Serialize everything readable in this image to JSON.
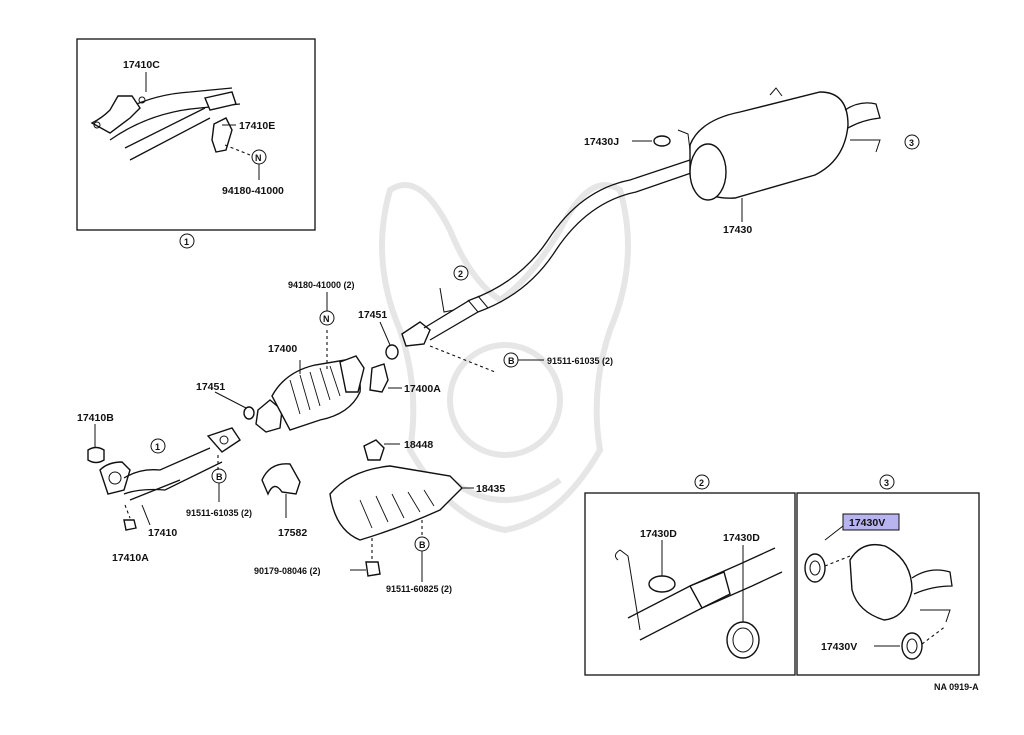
{
  "inset1": {
    "parts": [
      "17410C",
      "17410E",
      "94180-41000"
    ],
    "callout_letter": "N",
    "ref": "1"
  },
  "main": {
    "exhaust_pipe": "17410",
    "gasket_front": "17410B",
    "nut_front": "17410A",
    "bolt_front": "91511-61035 (2)",
    "bolt_front_letter": "B",
    "ref1": "1",
    "gasket_a": "17451",
    "converter": "17400",
    "bolt_conv": "94180-41000 (2)",
    "bolt_conv_letter": "N",
    "gasket_b": "17451",
    "bracket": "17400A",
    "bolt_mid": "91511-61035 (2)",
    "bolt_mid_letter": "B",
    "ref2": "2",
    "gasket_tail": "17430J",
    "muffler": "17430",
    "ref3": "3",
    "insulator_bracket": "17582",
    "heat_bracket": "18448",
    "heat_shield": "18435",
    "bolt_shield": "91511-60825 (2)",
    "bolt_shield_letter": "B",
    "nut_shield": "90179-08046 (2)"
  },
  "inset2": {
    "ref": "2",
    "ring1": "17430D",
    "ring2": "17430D"
  },
  "inset3": {
    "ref": "3",
    "hanger_highlight": "17430V",
    "hanger": "17430V"
  },
  "footer_code": "NA 0919-A",
  "colors": {
    "highlight": "#b7b4f0",
    "ink": "#111111"
  }
}
